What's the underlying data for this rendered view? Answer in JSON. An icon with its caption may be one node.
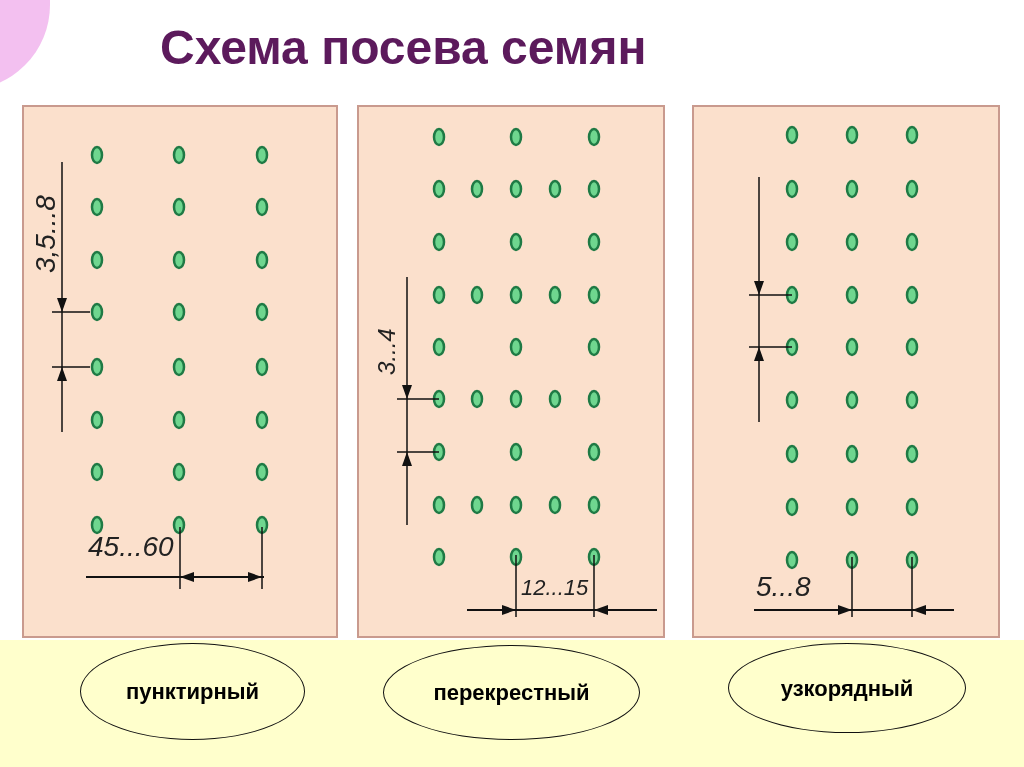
{
  "diagram": {
    "title": "Схема посева семян",
    "nodes": [
      {
        "text": [
          "3,5...8",
          "45...60"
        ]
      },
      {
        "text": [
          "3...4",
          "12...15"
        ]
      },
      {
        "text": [
          "5...8"
        ]
      },
      {
        "text": [
          "пунктирный"
        ]
      },
      {
        "text": [
          "перекрестный"
        ]
      },
      {
        "text": [
          "узкорядный"
        ]
      }
    ],
    "edges": []
  }
}
